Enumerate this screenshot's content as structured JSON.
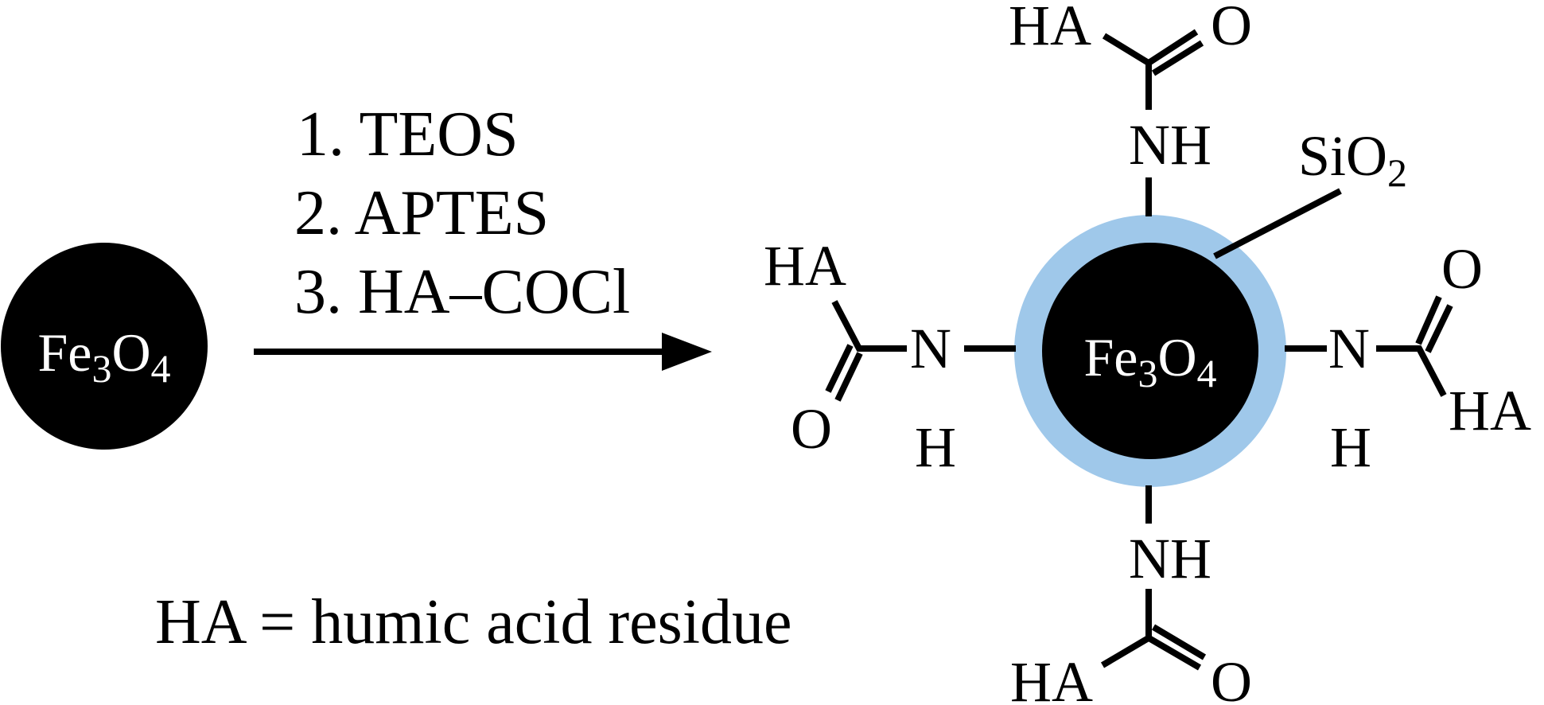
{
  "colors": {
    "core": "#000000",
    "shell": "#9fc8ea",
    "background": "#ffffff"
  },
  "reactant": {
    "core": {
      "el1": "Fe",
      "n1": "3",
      "el2": "O",
      "n2": "4"
    }
  },
  "reaction": {
    "steps": [
      "1. TEOS",
      "2. APTES",
      "3. HA–COCl"
    ]
  },
  "product": {
    "core": {
      "el1": "Fe",
      "n1": "3",
      "el2": "O",
      "n2": "4"
    },
    "shell": {
      "el": "SiO",
      "n": "2"
    },
    "groups": {
      "top": {
        "nh": "NH",
        "ha": "HA",
        "o": "O"
      },
      "bottom": {
        "nh": "NH",
        "ha": "HA",
        "o": "O"
      },
      "left": {
        "n": "N",
        "h": "H",
        "ha": "HA",
        "o": "O"
      },
      "right": {
        "n": "N",
        "h": "H",
        "ha": "HA",
        "o": "O"
      }
    }
  },
  "legend": "HA = humic acid residue"
}
